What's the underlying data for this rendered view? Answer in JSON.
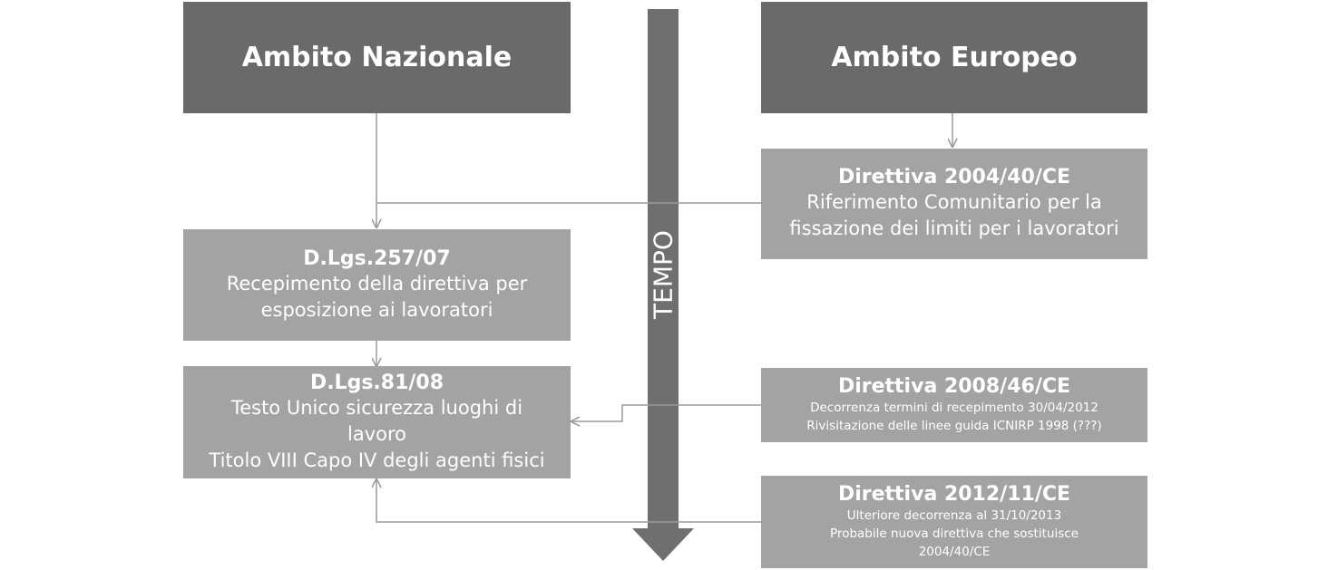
{
  "national": {
    "heading": "Ambito Nazionale",
    "boxes": [
      {
        "title": "D.Lgs.257/07",
        "lines": [
          "Recepimento della direttiva per",
          "esposizione ai lavoratori"
        ]
      },
      {
        "title": "D.Lgs.81/08",
        "lines": [
          "Testo Unico sicurezza luoghi di",
          "lavoro",
          "Titolo VIII Capo IV degli agenti fisici"
        ]
      }
    ]
  },
  "european": {
    "heading": "Ambito Europeo",
    "boxes": [
      {
        "title": "Direttiva 2004/40/CE",
        "lines": [
          "Riferimento Comunitario per la",
          "fissazione dei limiti per i lavoratori"
        ]
      },
      {
        "title": "Direttiva 2008/46/CE",
        "lines": [
          "Decorrenza termini di recepimento 30/04/2012",
          "Rivisitazione delle linee guida ICNIRP 1998 (???)"
        ]
      },
      {
        "title": "Direttiva 2012/11/CE",
        "lines": [
          "Ulteriore decorrenza al 31/10/2013",
          "Probabile nuova direttiva che sostituisce",
          "2004/40/CE"
        ]
      }
    ]
  },
  "timeline": {
    "label": "TEMPO"
  },
  "colors": {
    "heading_fill": "#6a6a6a",
    "box_fill": "#a3a3a3",
    "arrow_fill": "#6f6f6f",
    "connector": "#9a9a9a"
  }
}
